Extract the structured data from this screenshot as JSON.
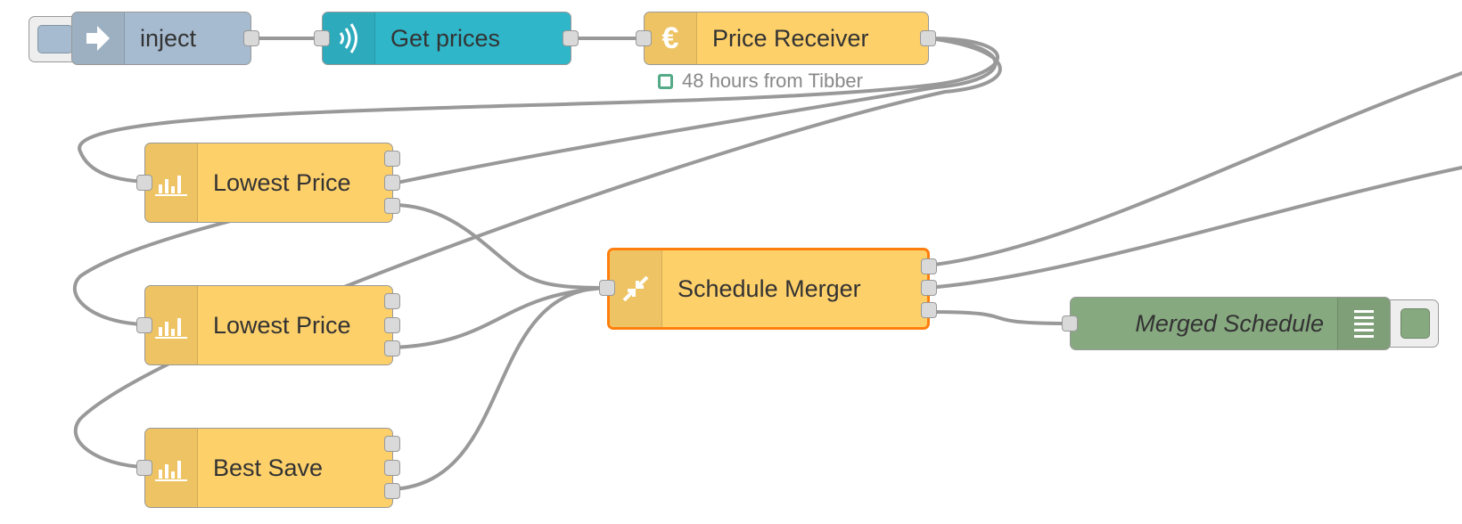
{
  "nodes": {
    "inject": {
      "label": "inject",
      "color": "#a6bbcf",
      "icon": "arrow-right-icon"
    },
    "get_prices": {
      "label": "Get prices",
      "color": "#30b6c9",
      "icon": "radio-waves-icon"
    },
    "price_receiver": {
      "label": "Price Receiver",
      "color": "#fdd06a",
      "icon": "euro-icon",
      "status": "48 hours from Tibber"
    },
    "lowest_price_1": {
      "label": "Lowest Price",
      "color": "#fdd06a",
      "icon": "bar-chart-icon"
    },
    "lowest_price_2": {
      "label": "Lowest Price",
      "color": "#fdd06a",
      "icon": "bar-chart-icon"
    },
    "best_save": {
      "label": "Best Save",
      "color": "#fdd06a",
      "icon": "bar-chart-icon"
    },
    "schedule_merger": {
      "label": "Schedule Merger",
      "color": "#fdd06a",
      "icon": "merge-arrows-icon",
      "selected": true
    },
    "merged_schedule": {
      "label": "Merged Schedule",
      "color": "#87a980",
      "icon": "list-icon"
    }
  },
  "colors": {
    "wire": "#999999",
    "selection": "#ff7f0e",
    "status_ok": "#55aa88"
  }
}
